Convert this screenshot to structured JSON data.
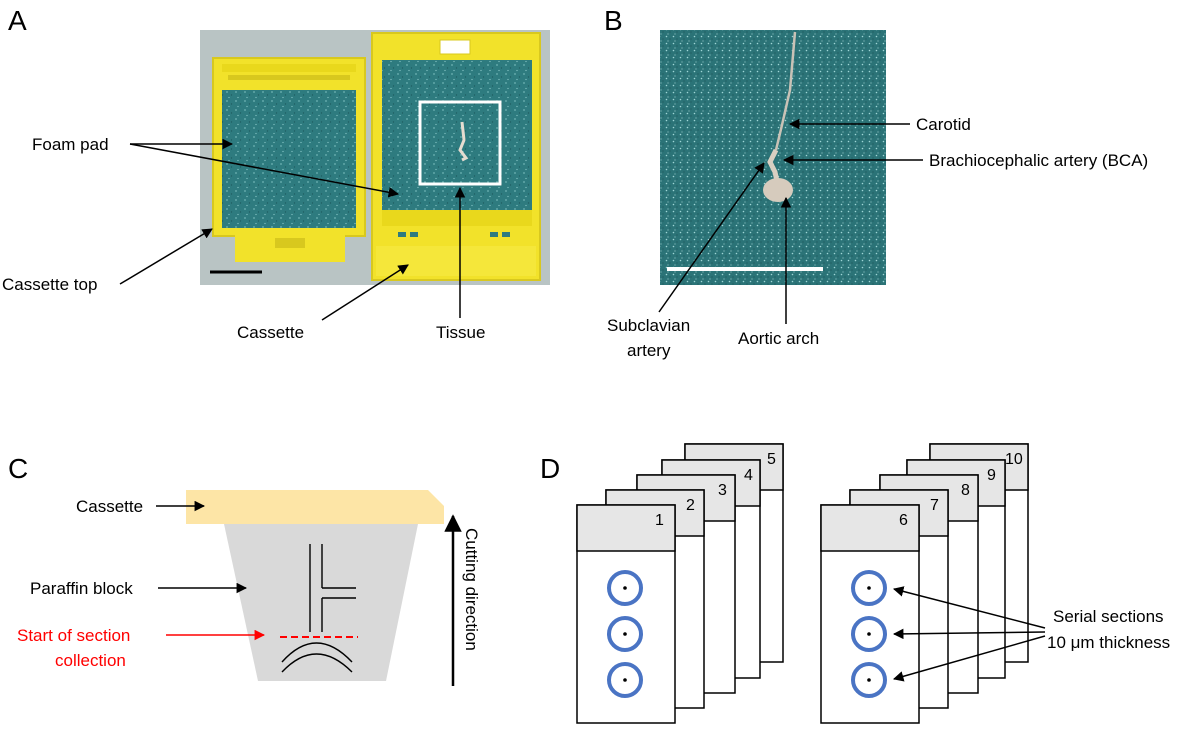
{
  "panels": {
    "a": {
      "letter": "A",
      "labels": {
        "foam_pad": "Foam pad",
        "cassette_top": "Cassette top",
        "cassette": "Cassette",
        "tissue": "Tissue"
      }
    },
    "b": {
      "letter": "B",
      "labels": {
        "carotid": "Carotid",
        "bca": "Brachiocephalic artery (BCA)",
        "subclavian_line1": "Subclavian",
        "subclavian_line2": "artery",
        "aortic_arch": "Aortic arch"
      }
    },
    "c": {
      "letter": "C",
      "labels": {
        "cassette": "Cassette",
        "paraffin_block": "Paraffin block",
        "start_line1": "Start of section",
        "start_line2": "collection",
        "cutting_direction": "Cutting direction"
      }
    },
    "d": {
      "letter": "D",
      "labels": {
        "serial_line1": "Serial sections",
        "serial_line2": "10 μm thickness"
      },
      "slides_group1": [
        "1",
        "2",
        "3",
        "4",
        "5"
      ],
      "slides_group2": [
        "6",
        "7",
        "8",
        "9",
        "10"
      ]
    }
  },
  "colors": {
    "cassette_yellow": "#f2e22a",
    "foam_teal": "#2f7d80",
    "cassette_beige": "#fde5a6",
    "paraffin_gray": "#d9d9d9",
    "slide_header": "#e6e6e6",
    "section_ring": "#4a74c4",
    "start_red": "#ff0000"
  }
}
